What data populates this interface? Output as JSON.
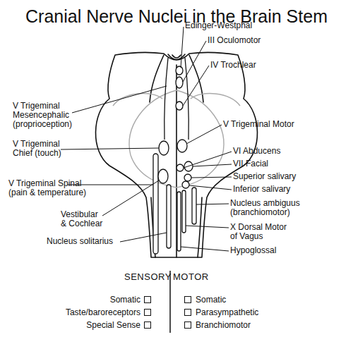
{
  "diagram": {
    "title": "Cranial Nerve Nuclei in the Brain Stem",
    "labels": [
      "V Trigeminal Mesencephalic (proprioception)",
      "V Trigeminal Chief (touch)",
      "V Trigeminal Spinal (pain & temperature)",
      "Vestibular & Cochlear",
      "Nucleus solitarius",
      "Edinger-Westphal",
      "III Oculomotor",
      "IV Trochlear",
      "V Trigeminal Motor",
      "VI Abducens",
      "VII Facial",
      "Superior salivary",
      "Inferior salivary",
      "Nucleus ambiguus (branchiomotor)",
      "X Dorsal Motor of Vagus",
      "Hypoglossal",
      "SENSORY",
      "MOTOR"
    ],
    "legend": [
      {
        "text": "Somatic"
      },
      {
        "text": "Taste/baroreceptors"
      },
      {
        "text": "Special Sense"
      },
      {
        "text": "Somatic"
      },
      {
        "text": "Parasympathetic"
      },
      {
        "text": "Branchiomotor"
      }
    ]
  }
}
